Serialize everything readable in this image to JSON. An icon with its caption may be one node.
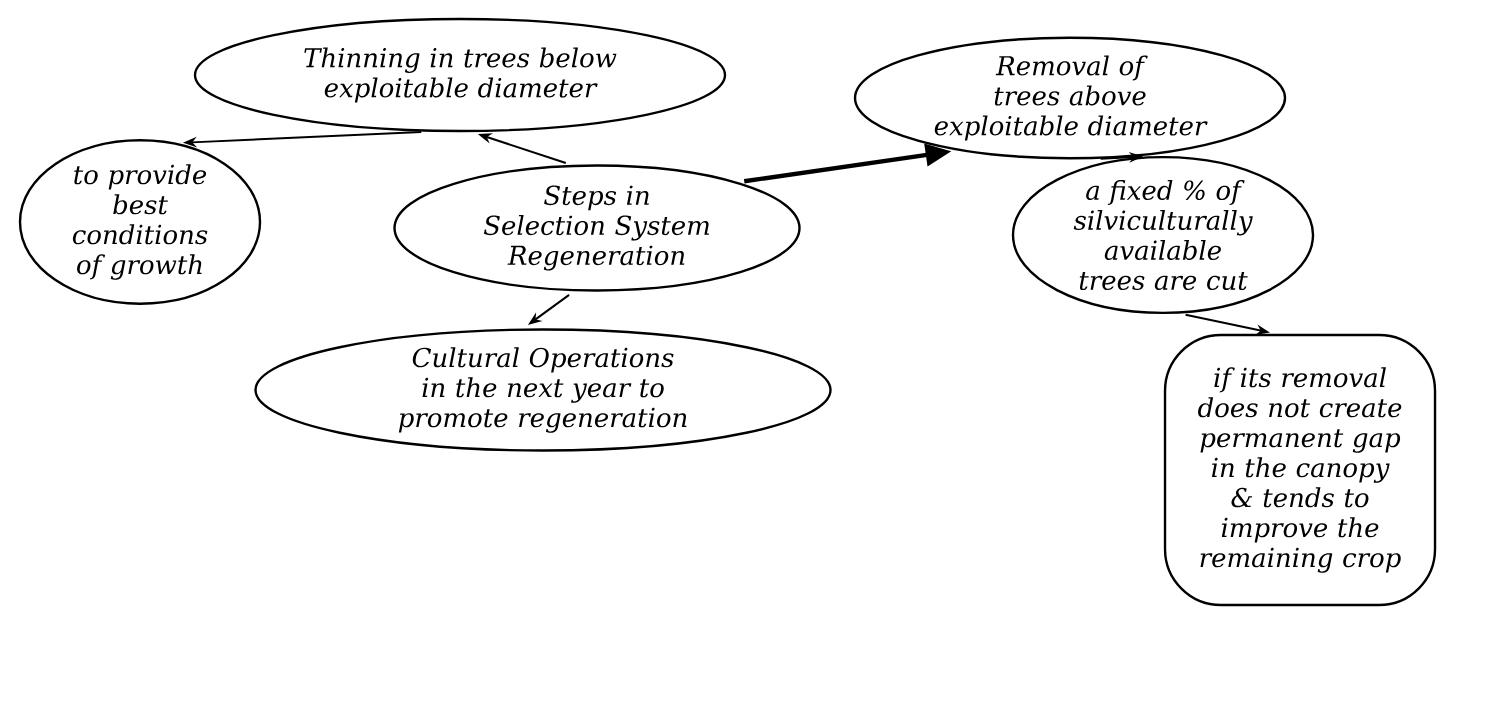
{
  "diagram": {
    "nodes": [
      {
        "text": [
          "Thinning in trees below exploitable diameter"
        ]
      },
      {
        "text": [
          "to provide best conditions of growth"
        ]
      },
      {
        "text": [
          "Steps in Selection System Regeneration"
        ]
      },
      {
        "text": [
          "Removal of trees above exploitable diameter"
        ]
      },
      {
        "text": [
          "a fixed % of silviculturally available trees are cut"
        ]
      },
      {
        "text": [
          "Cultural Operations in the next year to promote regeneration"
        ]
      },
      {
        "text": [
          "if its removal does not create permanent gap in the canopy & tends to improve the remaining crop"
        ]
      }
    ],
    "edges": [
      {
        "from": 0,
        "to": 1,
        "arrow": "to"
      },
      {
        "from": 2,
        "to": 0,
        "arrow": "to"
      },
      {
        "from": 2,
        "to": 3,
        "arrow": "to",
        "style": "thick"
      },
      {
        "from": 3,
        "to": 4,
        "arrow": "to"
      },
      {
        "from": 2,
        "to": 5,
        "arrow": "to"
      },
      {
        "from": 4,
        "to": 6,
        "arrow": "to"
      }
    ]
  }
}
